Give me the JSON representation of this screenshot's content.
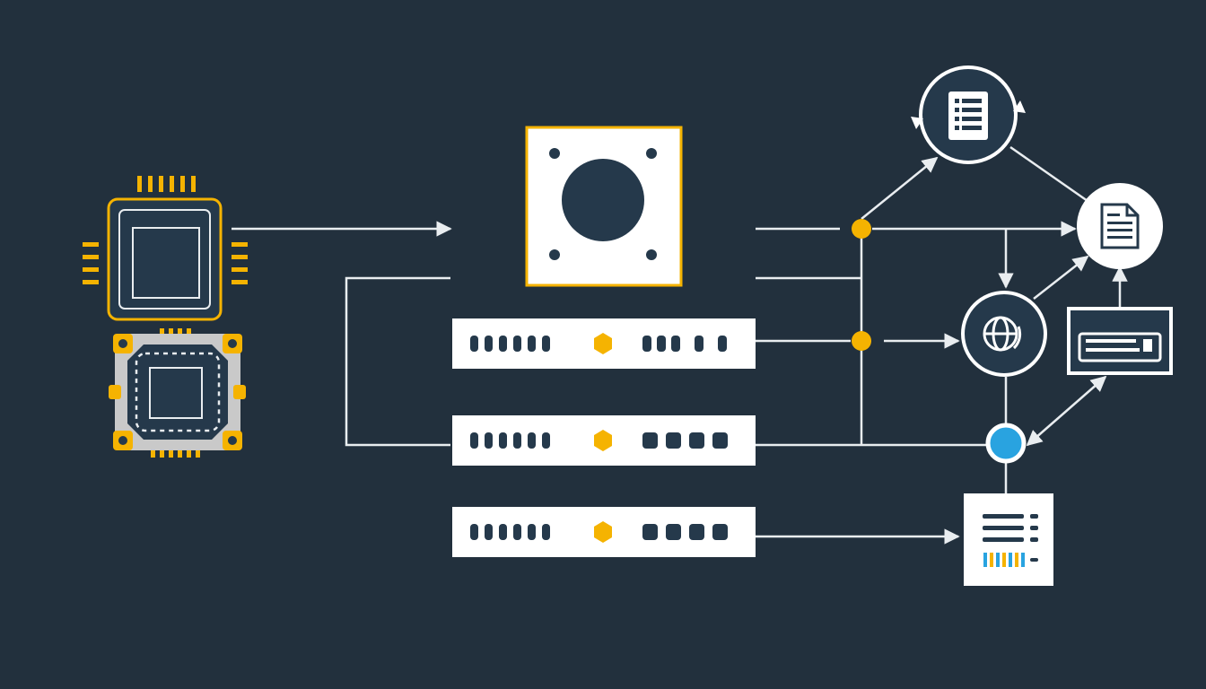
{
  "diagram": {
    "colors": {
      "background": "#22303d",
      "line": "#e9edf0",
      "accent_yellow": "#f5b301",
      "accent_blue": "#29a3e0",
      "node_fill": "#ffffff",
      "dark": "#25394b",
      "chip_gray": "#c9c9c9"
    },
    "nodes": [
      {
        "id": "cpu-chip",
        "icon": "cpu-chip-icon"
      },
      {
        "id": "processor-chip",
        "icon": "processor-chip-icon"
      },
      {
        "id": "square-unit",
        "icon": "square-unit-icon"
      },
      {
        "id": "server-rack-1",
        "icon": "server-rack-icon"
      },
      {
        "id": "server-rack-2",
        "icon": "server-rack-icon"
      },
      {
        "id": "server-rack-3",
        "icon": "server-rack-icon"
      },
      {
        "id": "database-node",
        "icon": "database-sync-icon"
      },
      {
        "id": "document-node",
        "icon": "document-icon"
      },
      {
        "id": "globe-node",
        "icon": "globe-icon"
      },
      {
        "id": "terminal-panel",
        "icon": "terminal-panel-icon"
      },
      {
        "id": "hub-node",
        "icon": "hub-dot-icon"
      },
      {
        "id": "report-card",
        "icon": "report-card-icon"
      }
    ],
    "junctions": [
      {
        "id": "junction-1",
        "color": "accent_yellow"
      },
      {
        "id": "junction-2",
        "color": "accent_yellow"
      }
    ]
  }
}
